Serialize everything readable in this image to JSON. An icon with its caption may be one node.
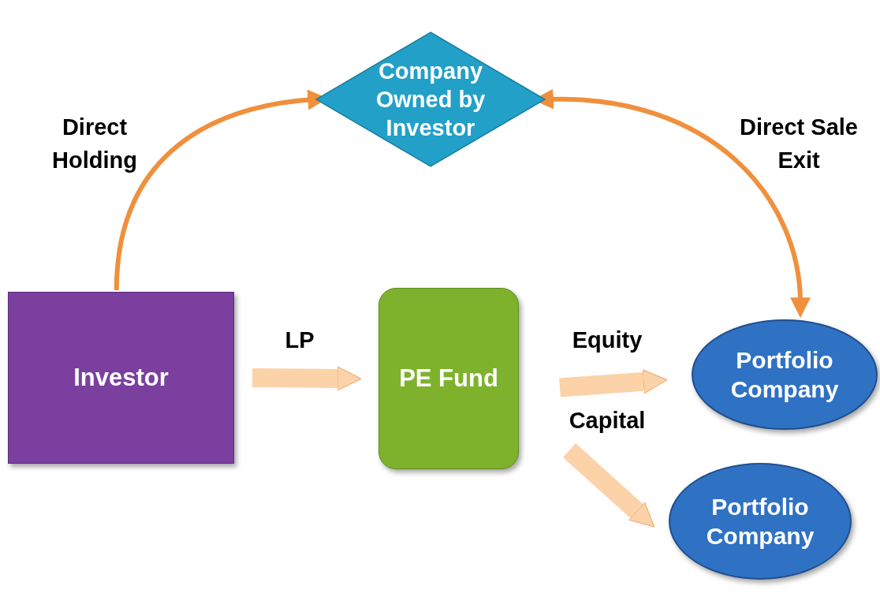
{
  "diagram": {
    "nodes": [
      {
        "text": [
          "Company Owned by Investor"
        ]
      },
      {
        "text": [
          "Investor"
        ]
      },
      {
        "text": [
          "PE Fund"
        ]
      },
      {
        "text": [
          "Portfolio Company"
        ]
      },
      {
        "text": [
          "Portfolio Company"
        ]
      }
    ],
    "edges": [
      {
        "from": 1,
        "to": 0,
        "arrow": "to",
        "label": "Direct Holding",
        "color": "#f0903c"
      },
      {
        "from": 0,
        "to": 3,
        "arrow": "both",
        "label": "Direct Sale Exit",
        "color": "#f0903c"
      },
      {
        "from": 1,
        "to": 2,
        "arrow": "to",
        "label": "LP"
      },
      {
        "from": 2,
        "to": 3,
        "arrow": "to",
        "label": "Equity"
      },
      {
        "from": 2,
        "to": 4,
        "arrow": "to",
        "label": "Capital"
      }
    ]
  }
}
